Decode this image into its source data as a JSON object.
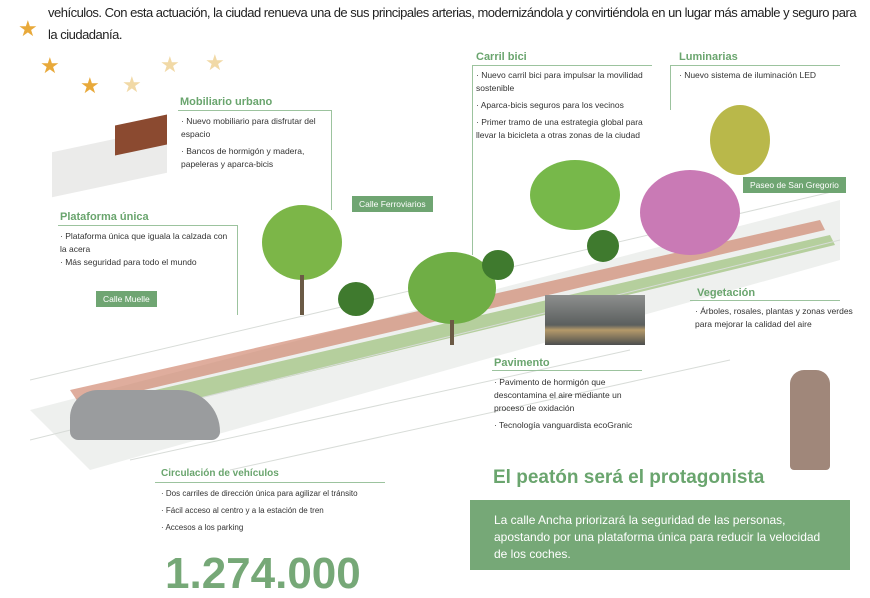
{
  "intro_text": "vehículos. Con esta actuación, la ciudad renueva una de sus principales arterias, modernizándola y convirtiéndola en un lugar más amable y seguro para la ciudadanía.",
  "sections": {
    "carril_bici": {
      "title": "Carril bici",
      "items": [
        "· Nuevo carril bici para impulsar la movilidad sostenible",
        "· Aparca-bicis seguros para los vecinos",
        "· Primer tramo de una estrategia global para llevar la bicicleta a otras zonas de la ciudad"
      ]
    },
    "luminarias": {
      "title": "Luminarias",
      "items": [
        "· Nuevo sistema de iluminación LED"
      ]
    },
    "mobiliario": {
      "title": "Mobiliario urbano",
      "items": [
        "· Nuevo mobiliario para disfrutar del espacio",
        "· Bancos de hormigón y madera, papeleras y aparca-bicis"
      ]
    },
    "plataforma": {
      "title": "Plataforma única",
      "items": [
        "· Plataforma única que iguala la calzada con la acera",
        "· Más seguridad para todo el mundo"
      ]
    },
    "vegetacion": {
      "title": "Vegetación",
      "items": [
        "· Árboles, rosales, plantas y zonas verdes para mejorar la calidad del aire"
      ]
    },
    "pavimento": {
      "title": "Pavimento",
      "items": [
        "· Pavimento de hormigón que descontamina el aire mediante un proceso de oxidación",
        "· Tecnología vanguardista ecoGranic"
      ]
    },
    "circulacion": {
      "title": "Circulación de vehículos",
      "items": [
        "· Dos carriles de dirección única para agilizar el tránsito",
        "· Fácil acceso al centro y a la estación de tren",
        "· Accesos a los parking"
      ]
    }
  },
  "street_tags": {
    "ferroviarios": "Calle Ferroviarios",
    "muelle": "Calle Muelle",
    "san_gregorio": "Paseo de San Gregorio"
  },
  "headline": "El peatón será el protagonista",
  "callout": "La calle Ancha priorizará la seguridad de las personas, apostando por una plataforma única para reducir la velocidad de los coches.",
  "big_number": "1.274.000",
  "colors": {
    "accent_green": "#6fa572",
    "star_gold": "#e8a93a"
  }
}
